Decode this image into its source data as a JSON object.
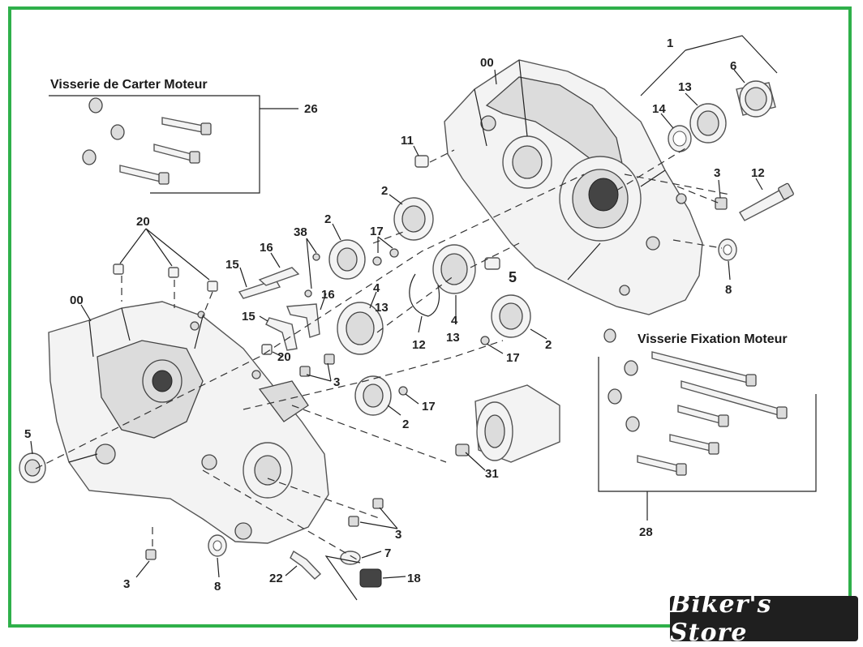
{
  "diagram": {
    "left_group_title": "Visserie de Carter Moteur",
    "right_group_title": "Visserie Fixation Moteur",
    "callouts": [
      "1",
      "00",
      "6",
      "13",
      "14",
      "11",
      "2",
      "3",
      "12",
      "8",
      "2",
      "17",
      "38",
      "16",
      "15",
      "20",
      "00",
      "4",
      "13",
      "15",
      "16",
      "5",
      "12",
      "4",
      "13",
      "17",
      "2",
      "20",
      "3",
      "2",
      "17",
      "31",
      "5",
      "3",
      "7",
      "22",
      "18",
      "8",
      "3",
      "26",
      "28"
    ]
  },
  "watermark": {
    "text": "Biker's Store"
  },
  "colors": {
    "frame": "#2fb04a",
    "ink": "#222222",
    "watermark_bg": "#1f1f1f"
  }
}
